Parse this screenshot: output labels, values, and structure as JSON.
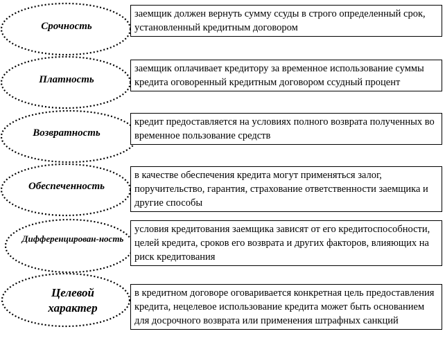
{
  "principles": [
    {
      "name": "Срочность",
      "description": "заемщик должен вернуть сумму ссуды в строго определенный срок, установленный кредитным договором"
    },
    {
      "name": "Платность",
      "description": "заемщик оплачивает кредитору за временное использование суммы кредита оговоренный кредитным договором ссудный процент"
    },
    {
      "name": "Возвратность",
      "description": "кредит предоставляется на условиях полного возврата полученных во временное пользование средств"
    },
    {
      "name": "Обеспеченность",
      "description": "в качестве обеспечения кредита могут применяться залог, поручительство, гарантия, страхование ответственности заемщика и другие способы"
    },
    {
      "name": "Дифференцирован-ность",
      "description": "условия кредитования заемщика зависят от его кредитоспособности, целей кредита, сроков его возврата и других факторов, влияющих на риск кредитования"
    },
    {
      "name": "Целевой характер",
      "description": "в кредитном договоре оговаривается конкретная цель предоставления кредита, нецелевое использование кредита может быть основанием для досрочного возврата или применения штрафных санкций"
    }
  ]
}
